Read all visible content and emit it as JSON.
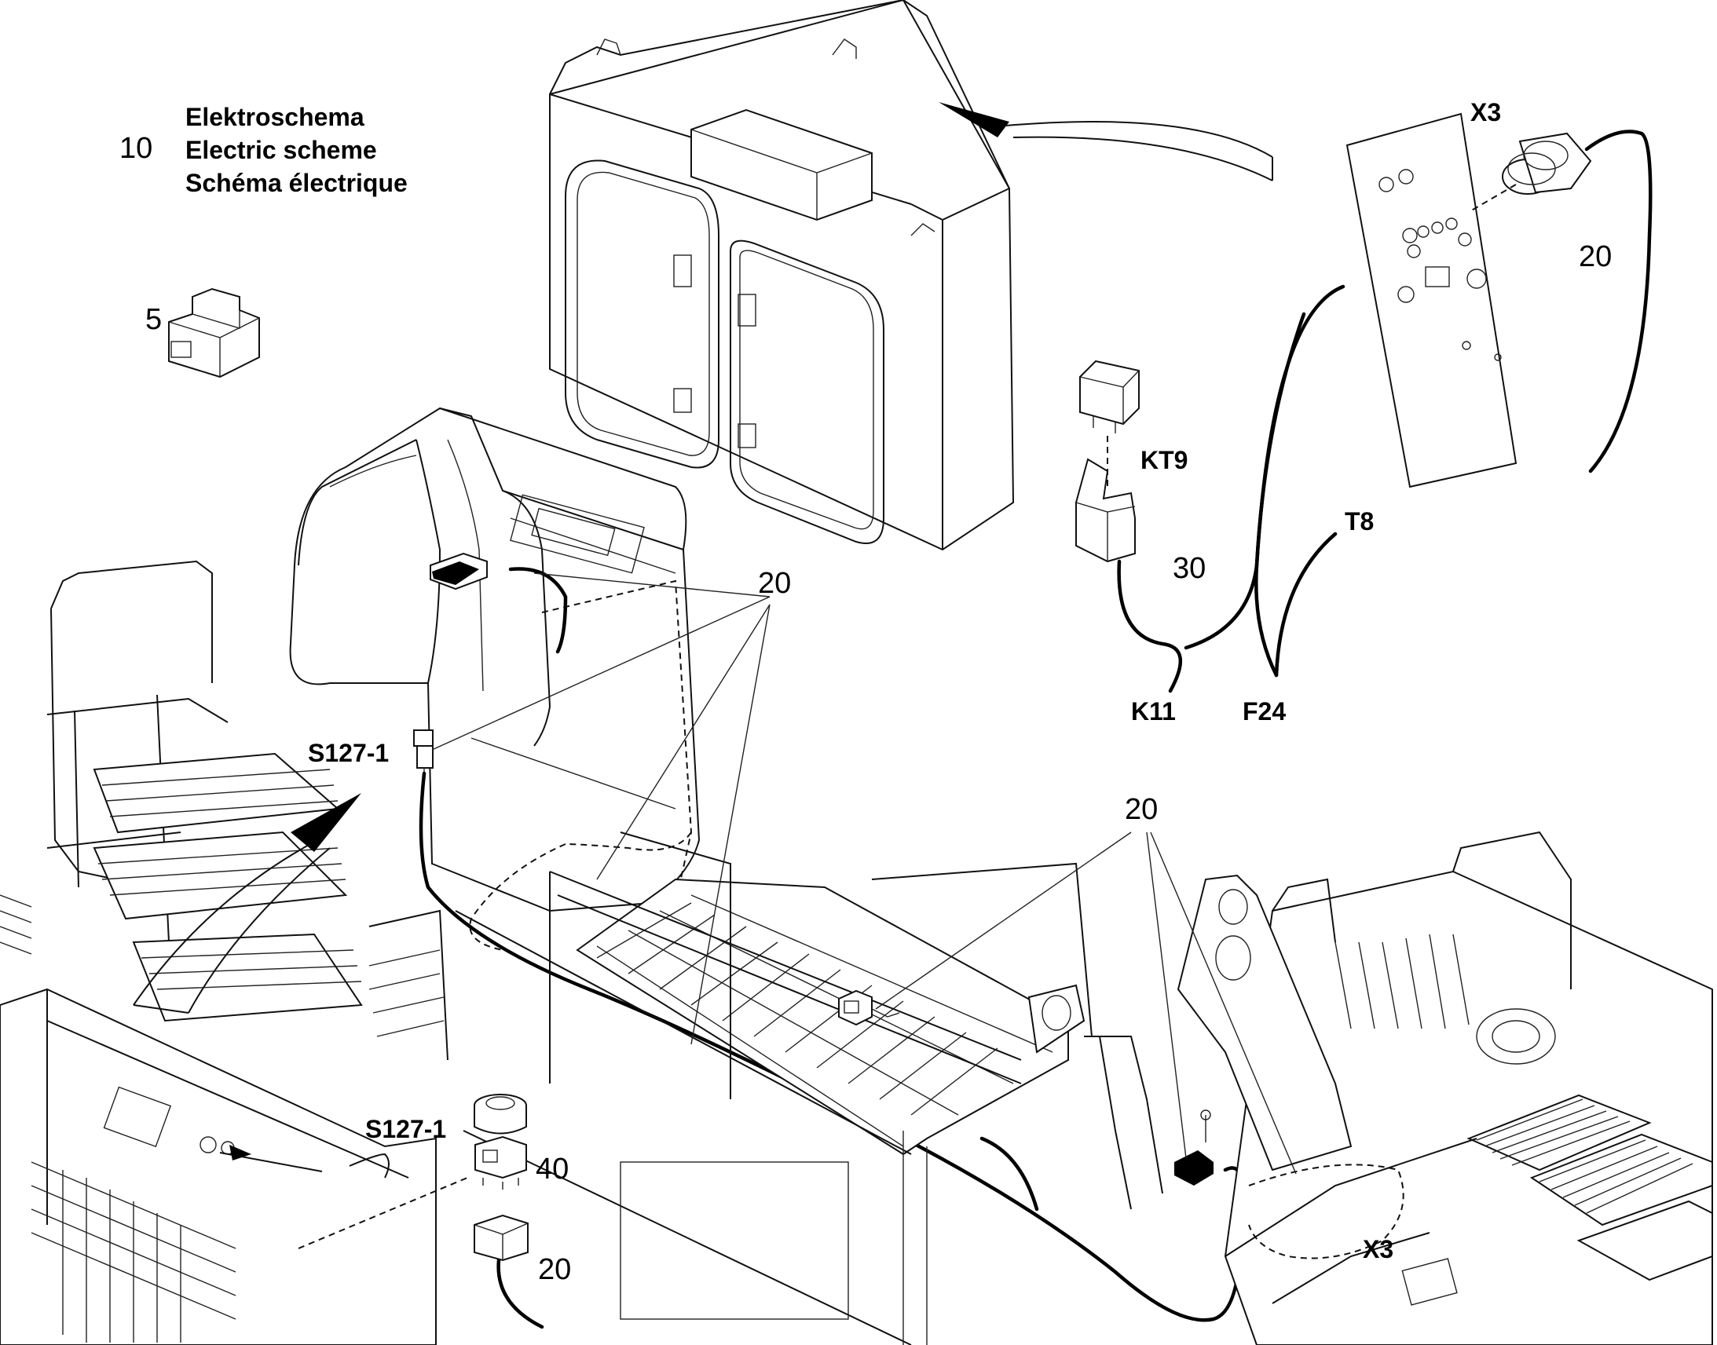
{
  "title_block": {
    "number": "10",
    "lines": [
      "Elektroschema",
      "Electric scheme",
      "Schéma électrique"
    ]
  },
  "callouts": {
    "item_5": "5",
    "x3_top": "X3",
    "x3_top_cable": "20",
    "kt9": "KT9",
    "kt9_cable": "30",
    "t8": "T8",
    "k11": "K11",
    "f24": "F24",
    "cab_cable": "20",
    "s127_cab": "S127-1",
    "main_cable": "20",
    "x3_bottom": "X3",
    "s127_detail": "S127-1",
    "s127_detail_item": "40",
    "s127_detail_cable": "20"
  },
  "icons": [
    "control-cabinet-icon",
    "relay-module-icon",
    "relay-kt9-icon",
    "connector-plate-icon",
    "cable-gland-icon",
    "operator-cab-icon",
    "pushbutton-switch-icon",
    "walkway-platform-icon",
    "machine-deck-icon"
  ]
}
